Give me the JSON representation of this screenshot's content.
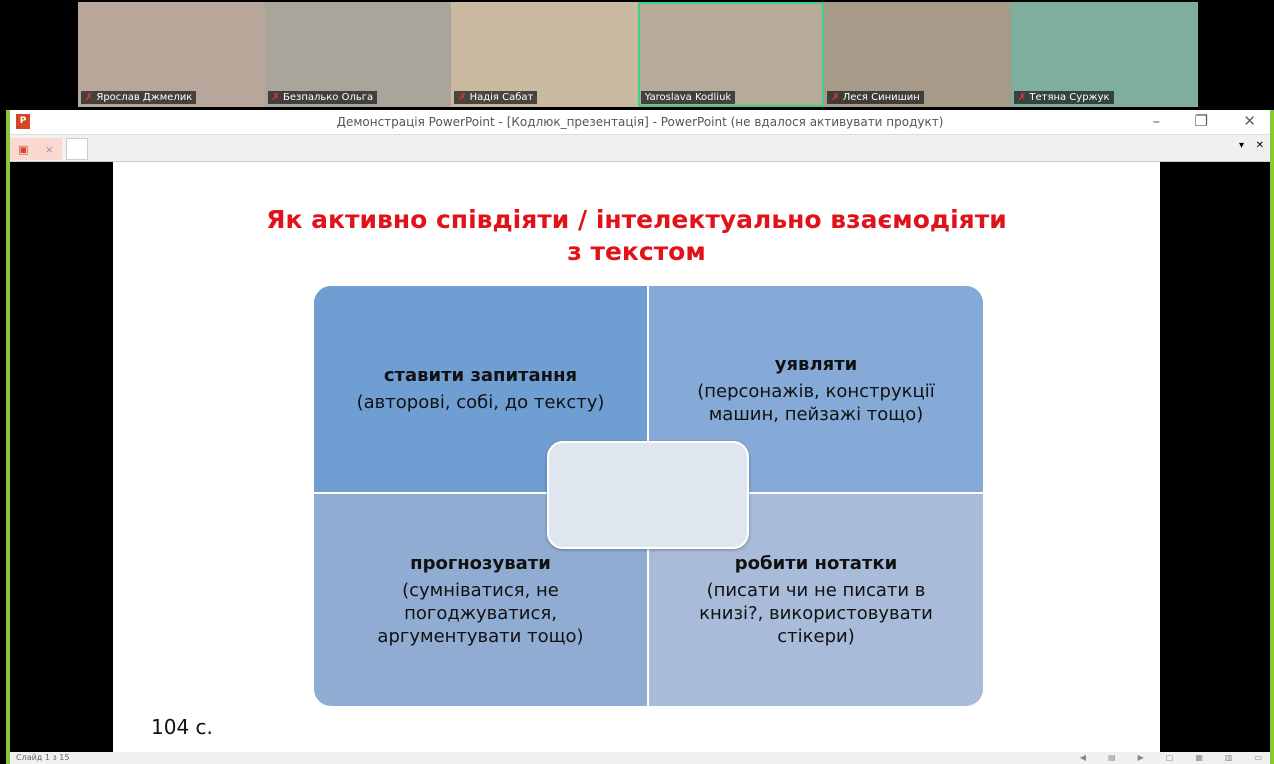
{
  "participants": [
    {
      "name": "Ярослав Джмелик",
      "muted": true,
      "bg": "#b9a69a"
    },
    {
      "name": "Безпалько Ольга",
      "muted": true,
      "bg": "#a9a59a"
    },
    {
      "name": "Надія Сабат",
      "muted": true,
      "bg": "#c9b9a0"
    },
    {
      "name": "Yaroslava Kodliuk",
      "muted": false,
      "active": true,
      "bg": "#b8aa98"
    },
    {
      "name": "Леся Синишин",
      "muted": true,
      "bg": "#a89a88"
    },
    {
      "name": "Тетяна Суржук",
      "muted": true,
      "bg": "#7fae9c"
    }
  ],
  "window": {
    "title": "Демонстрація PowerPoint - [Кодлюк_презентація] - PowerPoint (не вдалося активувати продукт)",
    "app_icon": "P"
  },
  "slide": {
    "title_line1": "Як активно співдіяти / інтелектуально взаємодіяти",
    "title_line2": "з текстом",
    "quadrants": [
      {
        "head": "ставити запитання",
        "body": "(авторові, собі, до тексту)",
        "color": "#6f9ed3"
      },
      {
        "head": "уявляти",
        "body": "(персонажів, конструкції машин, пейзажі тощо)",
        "color": "#86aad7"
      },
      {
        "head": "прогнозувати",
        "body": "(сумніватися, не погоджуватися, аргументувати тощо)",
        "color": "#91acd2"
      },
      {
        "head": "робити нотатки",
        "body": "(писати чи не писати в книзі?, використовувати стікери)",
        "color": "#a8bbd9"
      }
    ],
    "footer_text": "104 с."
  },
  "status": {
    "slide_counter": "Слайд 1 з 15"
  }
}
